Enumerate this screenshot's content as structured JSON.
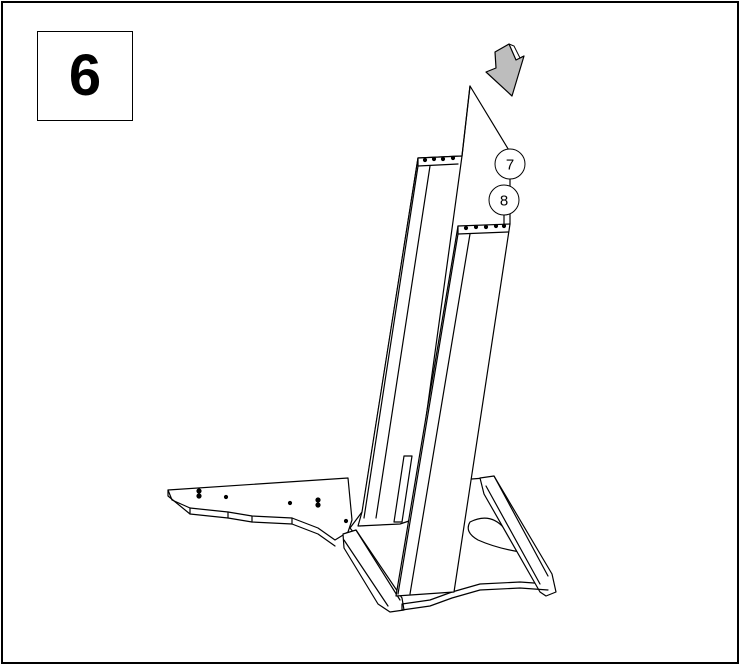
{
  "step": {
    "number": "6"
  },
  "callouts": [
    {
      "label": "7"
    },
    {
      "label": "8"
    }
  ],
  "icons": {
    "arrow": "insert-direction-arrow-icon"
  },
  "colors": {
    "line": "#000000",
    "arrow_fill": "#bdbdbd",
    "background": "#ffffff"
  }
}
